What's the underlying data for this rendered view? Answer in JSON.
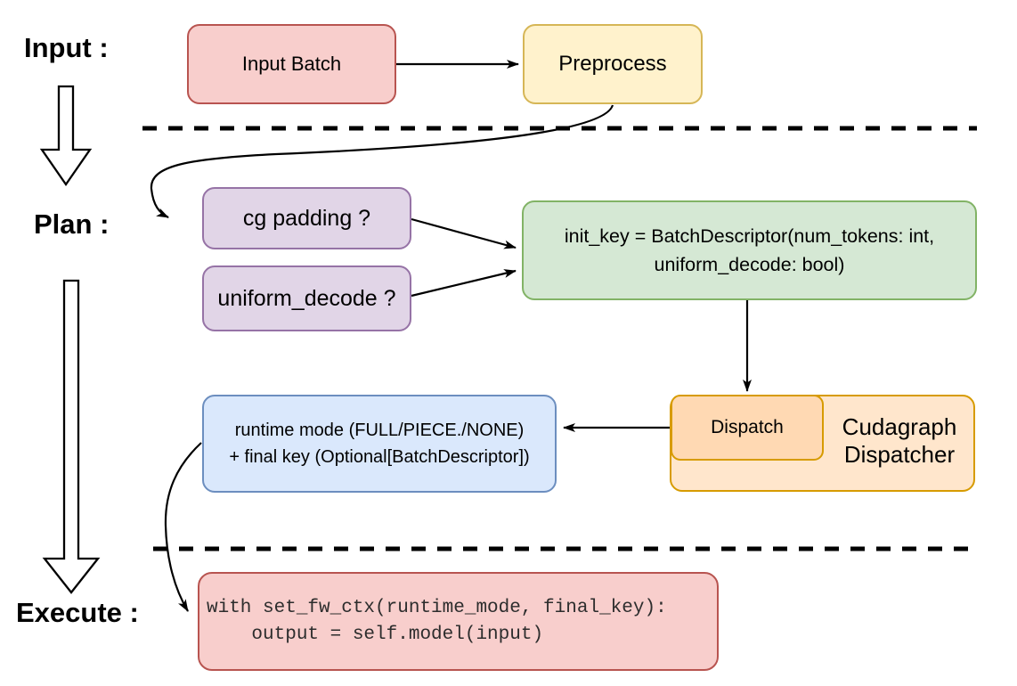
{
  "stage_labels": {
    "input": "Input :",
    "plan": "Plan :",
    "execute": "Execute :"
  },
  "nodes": {
    "input_batch": {
      "label": "Input Batch"
    },
    "preprocess": {
      "label": "Preprocess"
    },
    "cg_padding": {
      "label": "cg padding ?"
    },
    "uniform_decode": {
      "label": "uniform_decode ?"
    },
    "init_key": {
      "line1": "init_key = BatchDescriptor(num_tokens: int,",
      "line2": "uniform_decode: bool)"
    },
    "runtime_mode": {
      "line1": "runtime mode (FULL/PIECE./NONE)",
      "line2": "+ final key (Optional[BatchDescriptor])"
    },
    "dispatch": {
      "label": "Dispatch"
    },
    "cudagraph_dispatcher": {
      "line1": "Cudagraph",
      "line2": "Dispatcher"
    },
    "execute_code": {
      "line1": "with set_fw_ctx(runtime_mode, final_key):",
      "line2": "    output = self.model(input)"
    }
  },
  "colors": {
    "red_fill": "#f8cecc",
    "red_stroke": "#b85450",
    "yellow_fill": "#fff2cc",
    "yellow_stroke": "#d6b656",
    "purple_fill": "#e1d5e7",
    "purple_stroke": "#9673a6",
    "green_fill": "#d5e8d4",
    "green_stroke": "#82b366",
    "orange_fill": "#ffe6cc",
    "orange_inner_fill": "#ffd9b3",
    "orange_stroke": "#d79b00",
    "blue_fill": "#dae8fc",
    "blue_stroke": "#6c8ebf",
    "connector": "#000000",
    "background": "#ffffff"
  }
}
